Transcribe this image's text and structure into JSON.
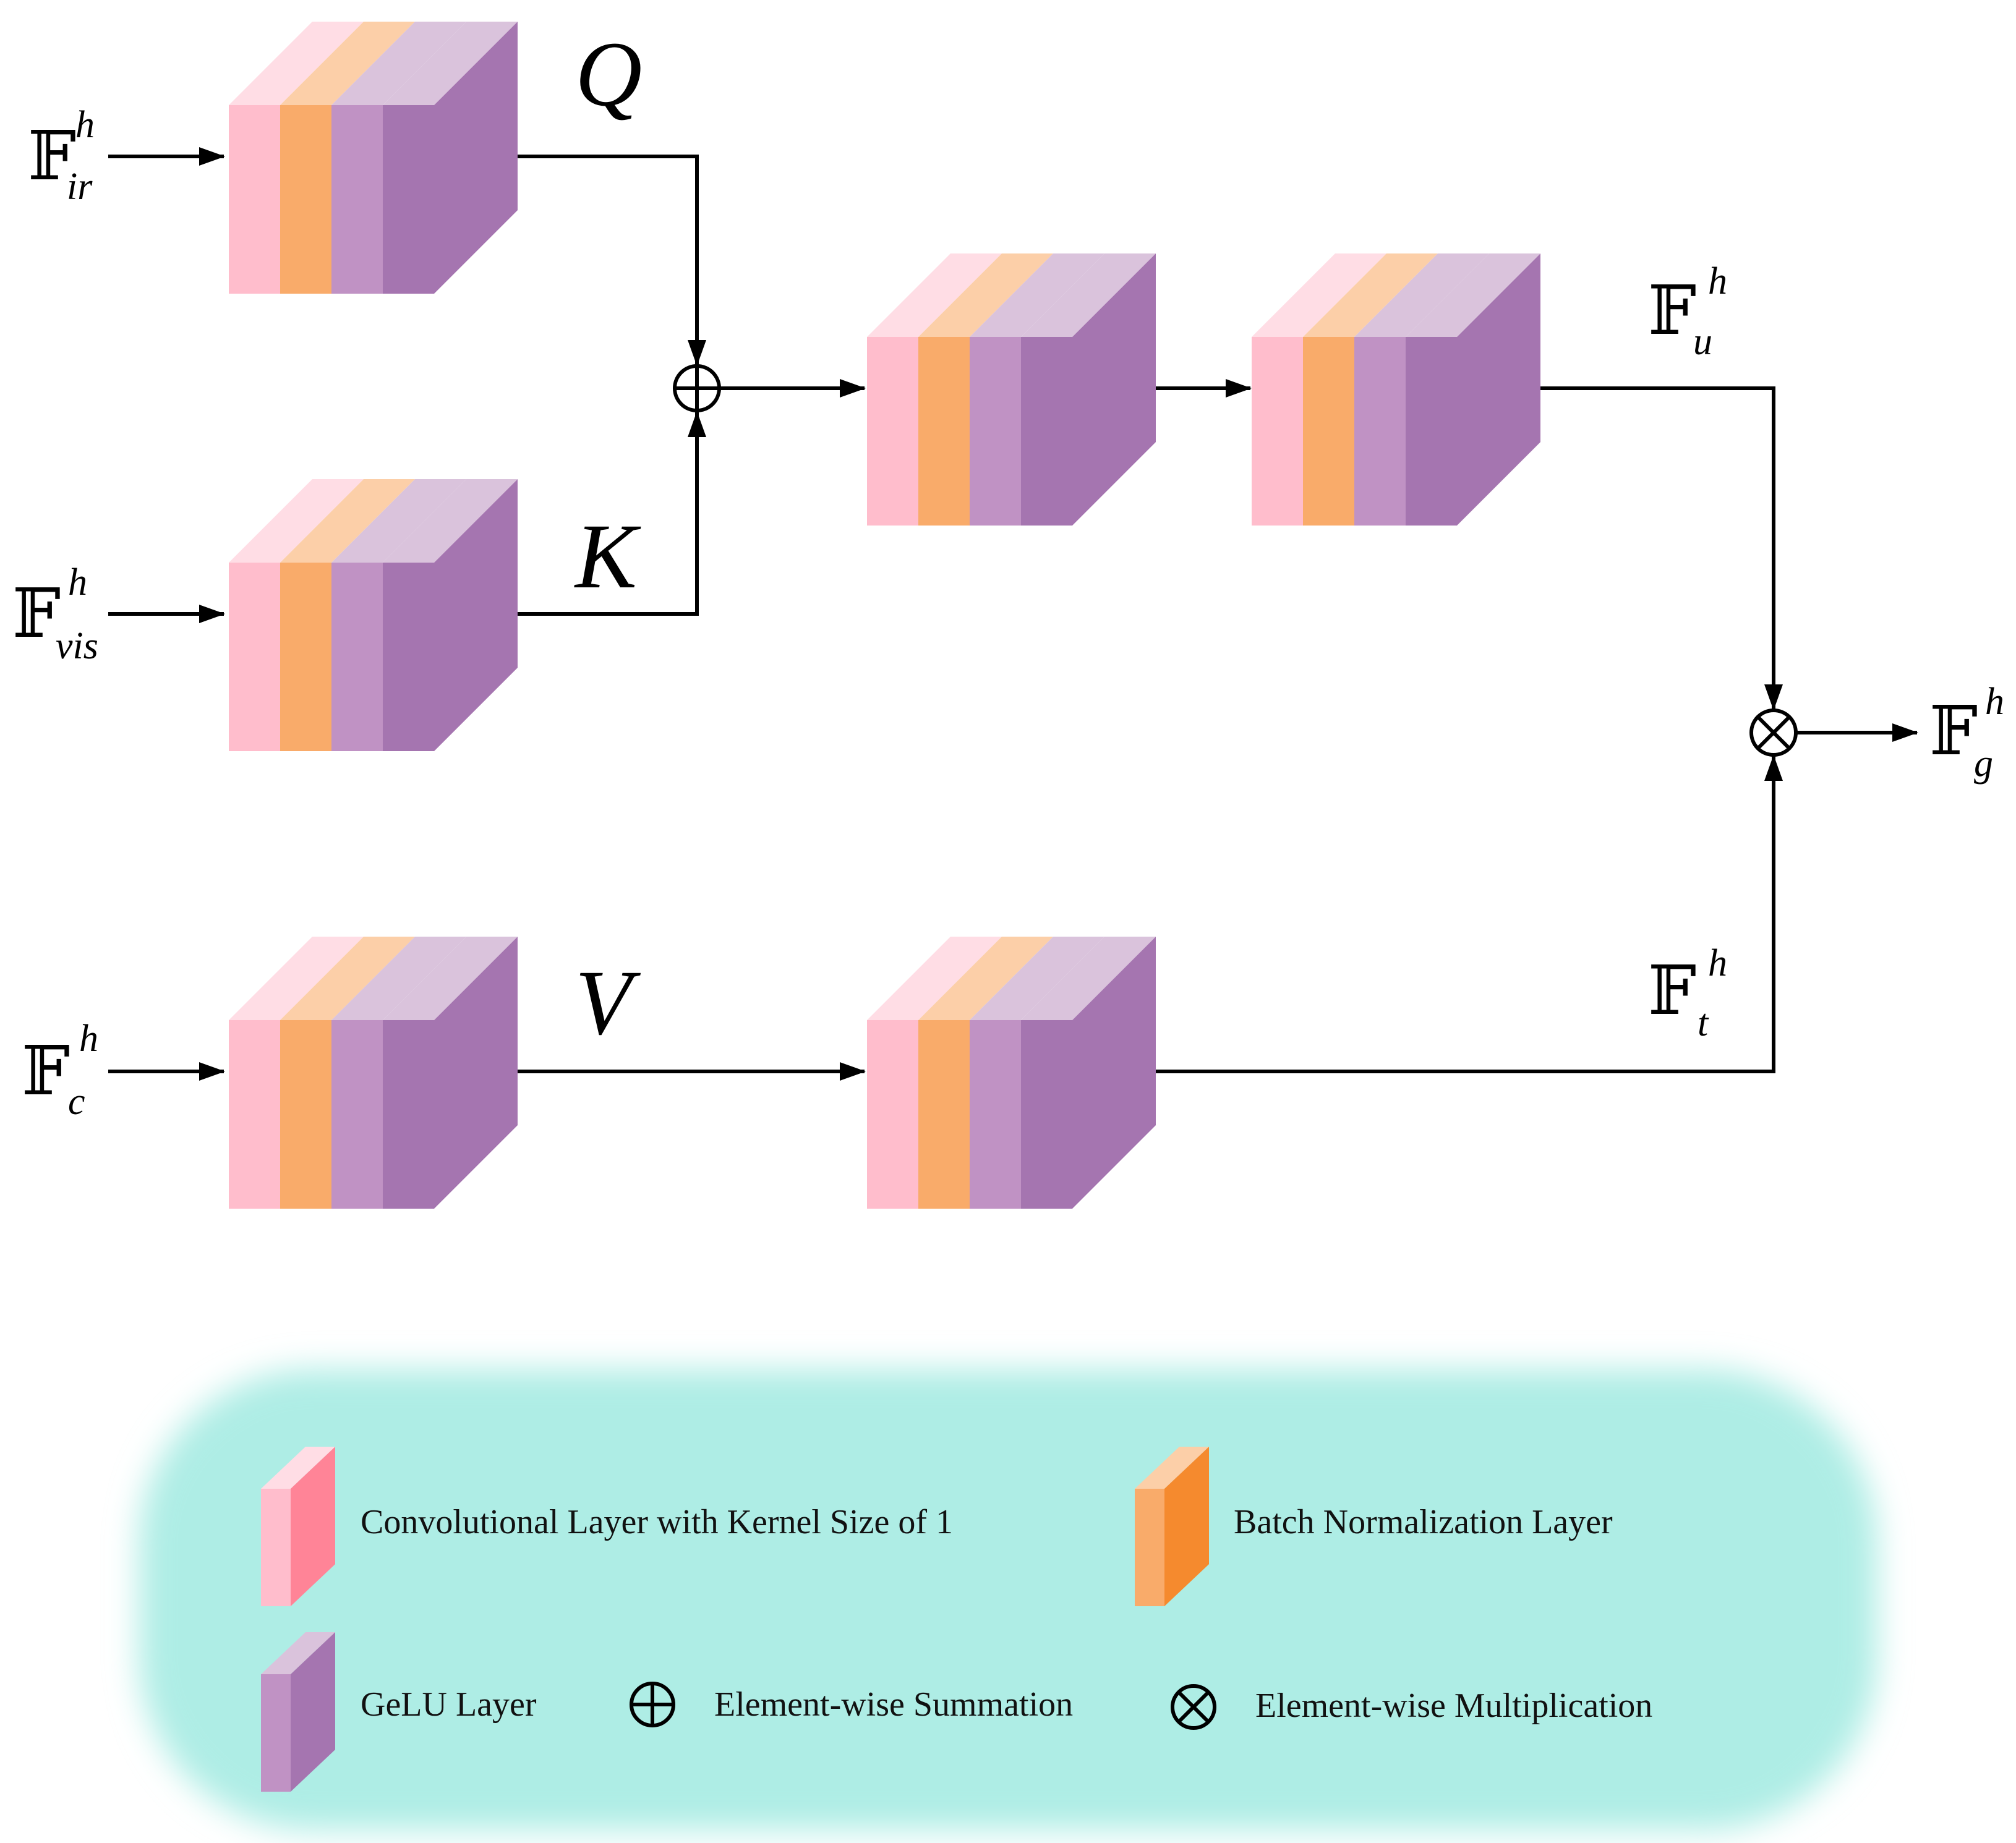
{
  "inputs": {
    "f_ir": {
      "symbol": "𝔽",
      "sup": "h",
      "sub": "ir"
    },
    "f_vis": {
      "symbol": "𝔽",
      "sup": "h",
      "sub": "vis"
    },
    "f_c": {
      "symbol": "𝔽",
      "sup": "h",
      "sub": "c"
    }
  },
  "branch_labels": {
    "q": "Q",
    "k": "K",
    "v": "V"
  },
  "intermediates": {
    "f_u": {
      "symbol": "𝔽",
      "sup": "h",
      "sub": "u"
    },
    "f_t": {
      "symbol": "𝔽",
      "sup": "h",
      "sub": "t"
    }
  },
  "output": {
    "f_g": {
      "symbol": "𝔽",
      "sup": "h",
      "sub": "g"
    }
  },
  "operators": {
    "sum": "⊕",
    "mul": "⊗"
  },
  "legend": {
    "conv": "Convolutional Layer with Kernel Size of 1",
    "bn": "Batch Normalization Layer",
    "gelu": "GeLU Layer",
    "sum": "Element-wise Summation",
    "mul": "Element-wise Multiplication"
  },
  "colors": {
    "conv_front": "#FFBDCC",
    "conv_top": "#FFDDE5",
    "conv_side": "#FF8497",
    "bn_front": "#F9AB6A",
    "bn_top": "#FCCFA8",
    "bn_side": "#F58A2E",
    "gelu_front": "#C092C4",
    "gelu_top": "#DAC3DC",
    "gelu_side": "#A575B0",
    "legend_bg": "#AEEDE5"
  }
}
